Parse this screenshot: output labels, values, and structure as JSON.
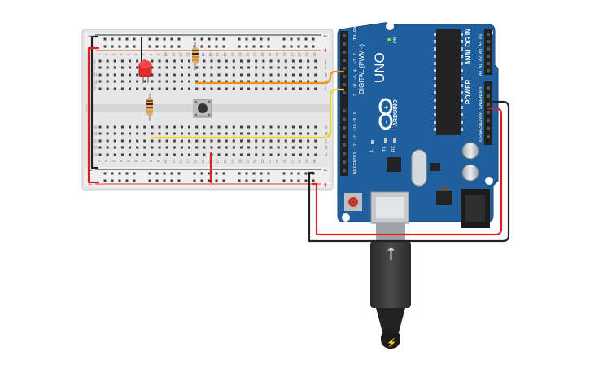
{
  "breadboard": {
    "row_letters_top": [
      "j",
      "i",
      "h",
      "g",
      "f"
    ],
    "row_letters_bottom": [
      "e",
      "d",
      "c",
      "b",
      "a"
    ],
    "col_numbers": [
      "1",
      "2",
      "3",
      "4",
      "5",
      "6",
      "7",
      "8",
      "9",
      "10",
      "11",
      "12",
      "13",
      "14",
      "15",
      "16",
      "17",
      "18",
      "19",
      "20",
      "21",
      "22",
      "23",
      "24",
      "25",
      "26",
      "27",
      "28",
      "29",
      "30"
    ],
    "rail_minus": "−",
    "rail_plus": "+"
  },
  "arduino": {
    "model": "UNO",
    "brand": "ARDUINO",
    "on_label": "ON",
    "digital_label": "DIGITAL (PWM~)",
    "digital_pins": [
      "0 ←RX",
      "1 →TX",
      "2",
      "~3",
      "4",
      "~5",
      "~6",
      "7",
      "8",
      "~9",
      "~10",
      "~11",
      "12",
      "13",
      "GND",
      "AREF"
    ],
    "power_label": "POWER",
    "power_pins": [
      "Vin",
      "GND",
      "GND",
      "5V",
      "3.3V",
      "RESET",
      "IOREF"
    ],
    "analog_label": "ANALOG IN",
    "analog_pins": [
      "A5",
      "A4",
      "A3",
      "A2",
      "A1",
      "A0"
    ],
    "led_l": "L",
    "led_tx": "TX",
    "led_rx": "RX"
  },
  "usb": {
    "symbol": "⭢",
    "bolt": "⚡"
  },
  "colors": {
    "board_blue": "#1f5f9e",
    "breadboard": "#e8e8e8",
    "wire_red": "#e02020",
    "wire_black": "#222222",
    "wire_orange": "#f0901a",
    "wire_yellow": "#f2d31e",
    "led_red": "#e02c2c"
  }
}
